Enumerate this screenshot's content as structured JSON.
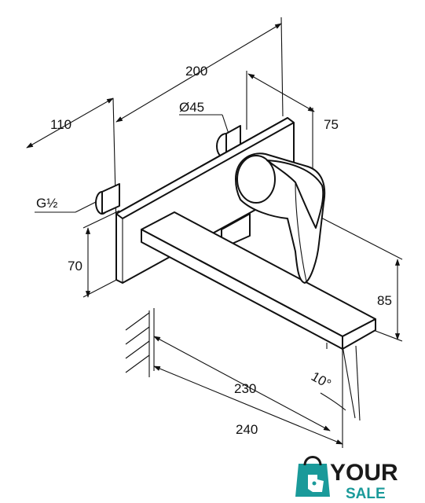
{
  "dimensions": {
    "overall_length": "200",
    "depth_to_plate": "110",
    "rosette_diameter": "Ø45",
    "handle_offset": "75",
    "thread_size": "G½",
    "plate_height": "70",
    "spout_height": "85",
    "spout_reach_inner": "230",
    "spout_reach_outer": "240",
    "spout_angle": "10°"
  },
  "watermark": {
    "line1": "YOUR",
    "line2": "SALE",
    "colors": {
      "teal": "#1a9a9a",
      "dark": "#1a1a1a"
    }
  }
}
